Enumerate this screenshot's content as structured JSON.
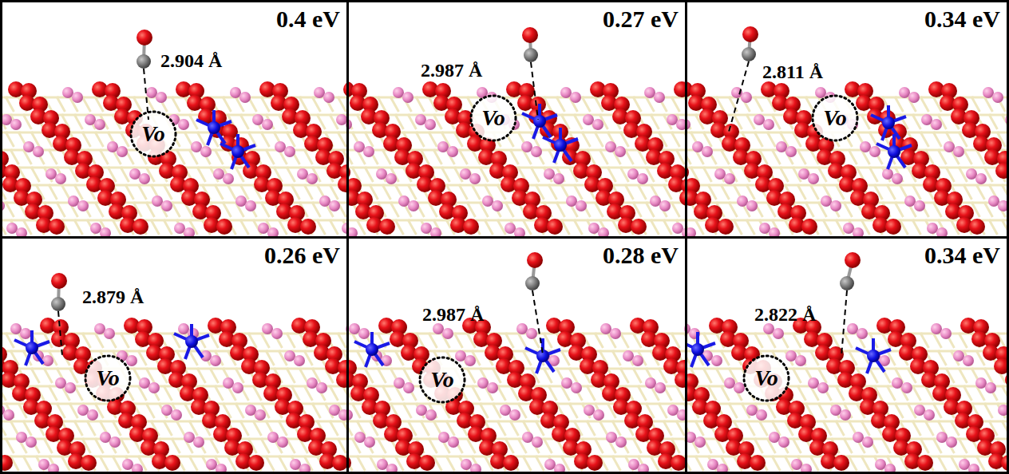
{
  "diagram": {
    "nodes": [
      {
        "text": [
          "0.4 eV",
          "2.904 Å",
          "Vo"
        ]
      },
      {
        "text": [
          "0.27 eV",
          "2.987 Å",
          "Vo"
        ]
      },
      {
        "text": [
          "0.34 eV",
          "2.811 Å",
          "Vo"
        ]
      },
      {
        "text": [
          "0.26 eV",
          "2.879 Å",
          "Vo"
        ]
      },
      {
        "text": [
          "0.28 eV",
          "2.987 Å",
          "Vo"
        ]
      },
      {
        "text": [
          "0.34 eV",
          "2.822 Å",
          "Vo"
        ]
      }
    ]
  }
}
